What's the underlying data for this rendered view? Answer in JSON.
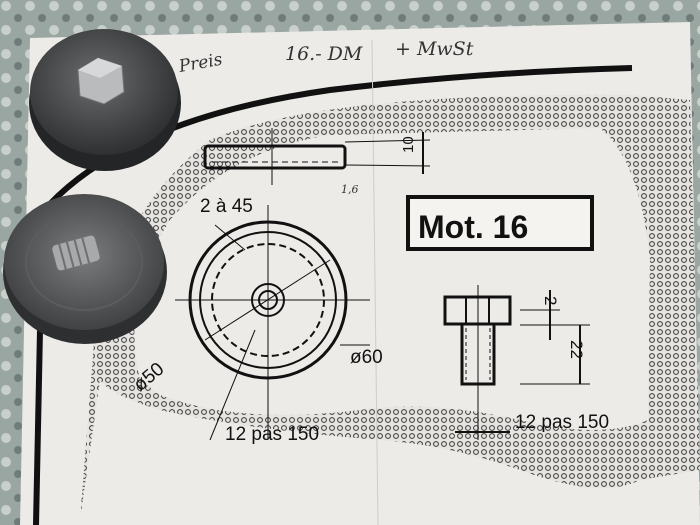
{
  "handwriting": {
    "price_word": "Preis",
    "price": "16.- DM",
    "tax": "+ MwSt"
  },
  "drawing": {
    "title": "Mot. 16",
    "holes_label": "2 à 45",
    "diameter_inner": "ø50",
    "diameter_outer": "ø60",
    "thread_disc": "12 pas 150",
    "thickness": "10",
    "lip": "1,6",
    "bolt_head": "2",
    "bolt_length": "22",
    "thread_bolt": "12 pas 150"
  },
  "colors": {
    "paper": "#ecebe8",
    "ink": "#141414",
    "metal": "#4a4c4e",
    "cloth": "#8f9a96"
  }
}
